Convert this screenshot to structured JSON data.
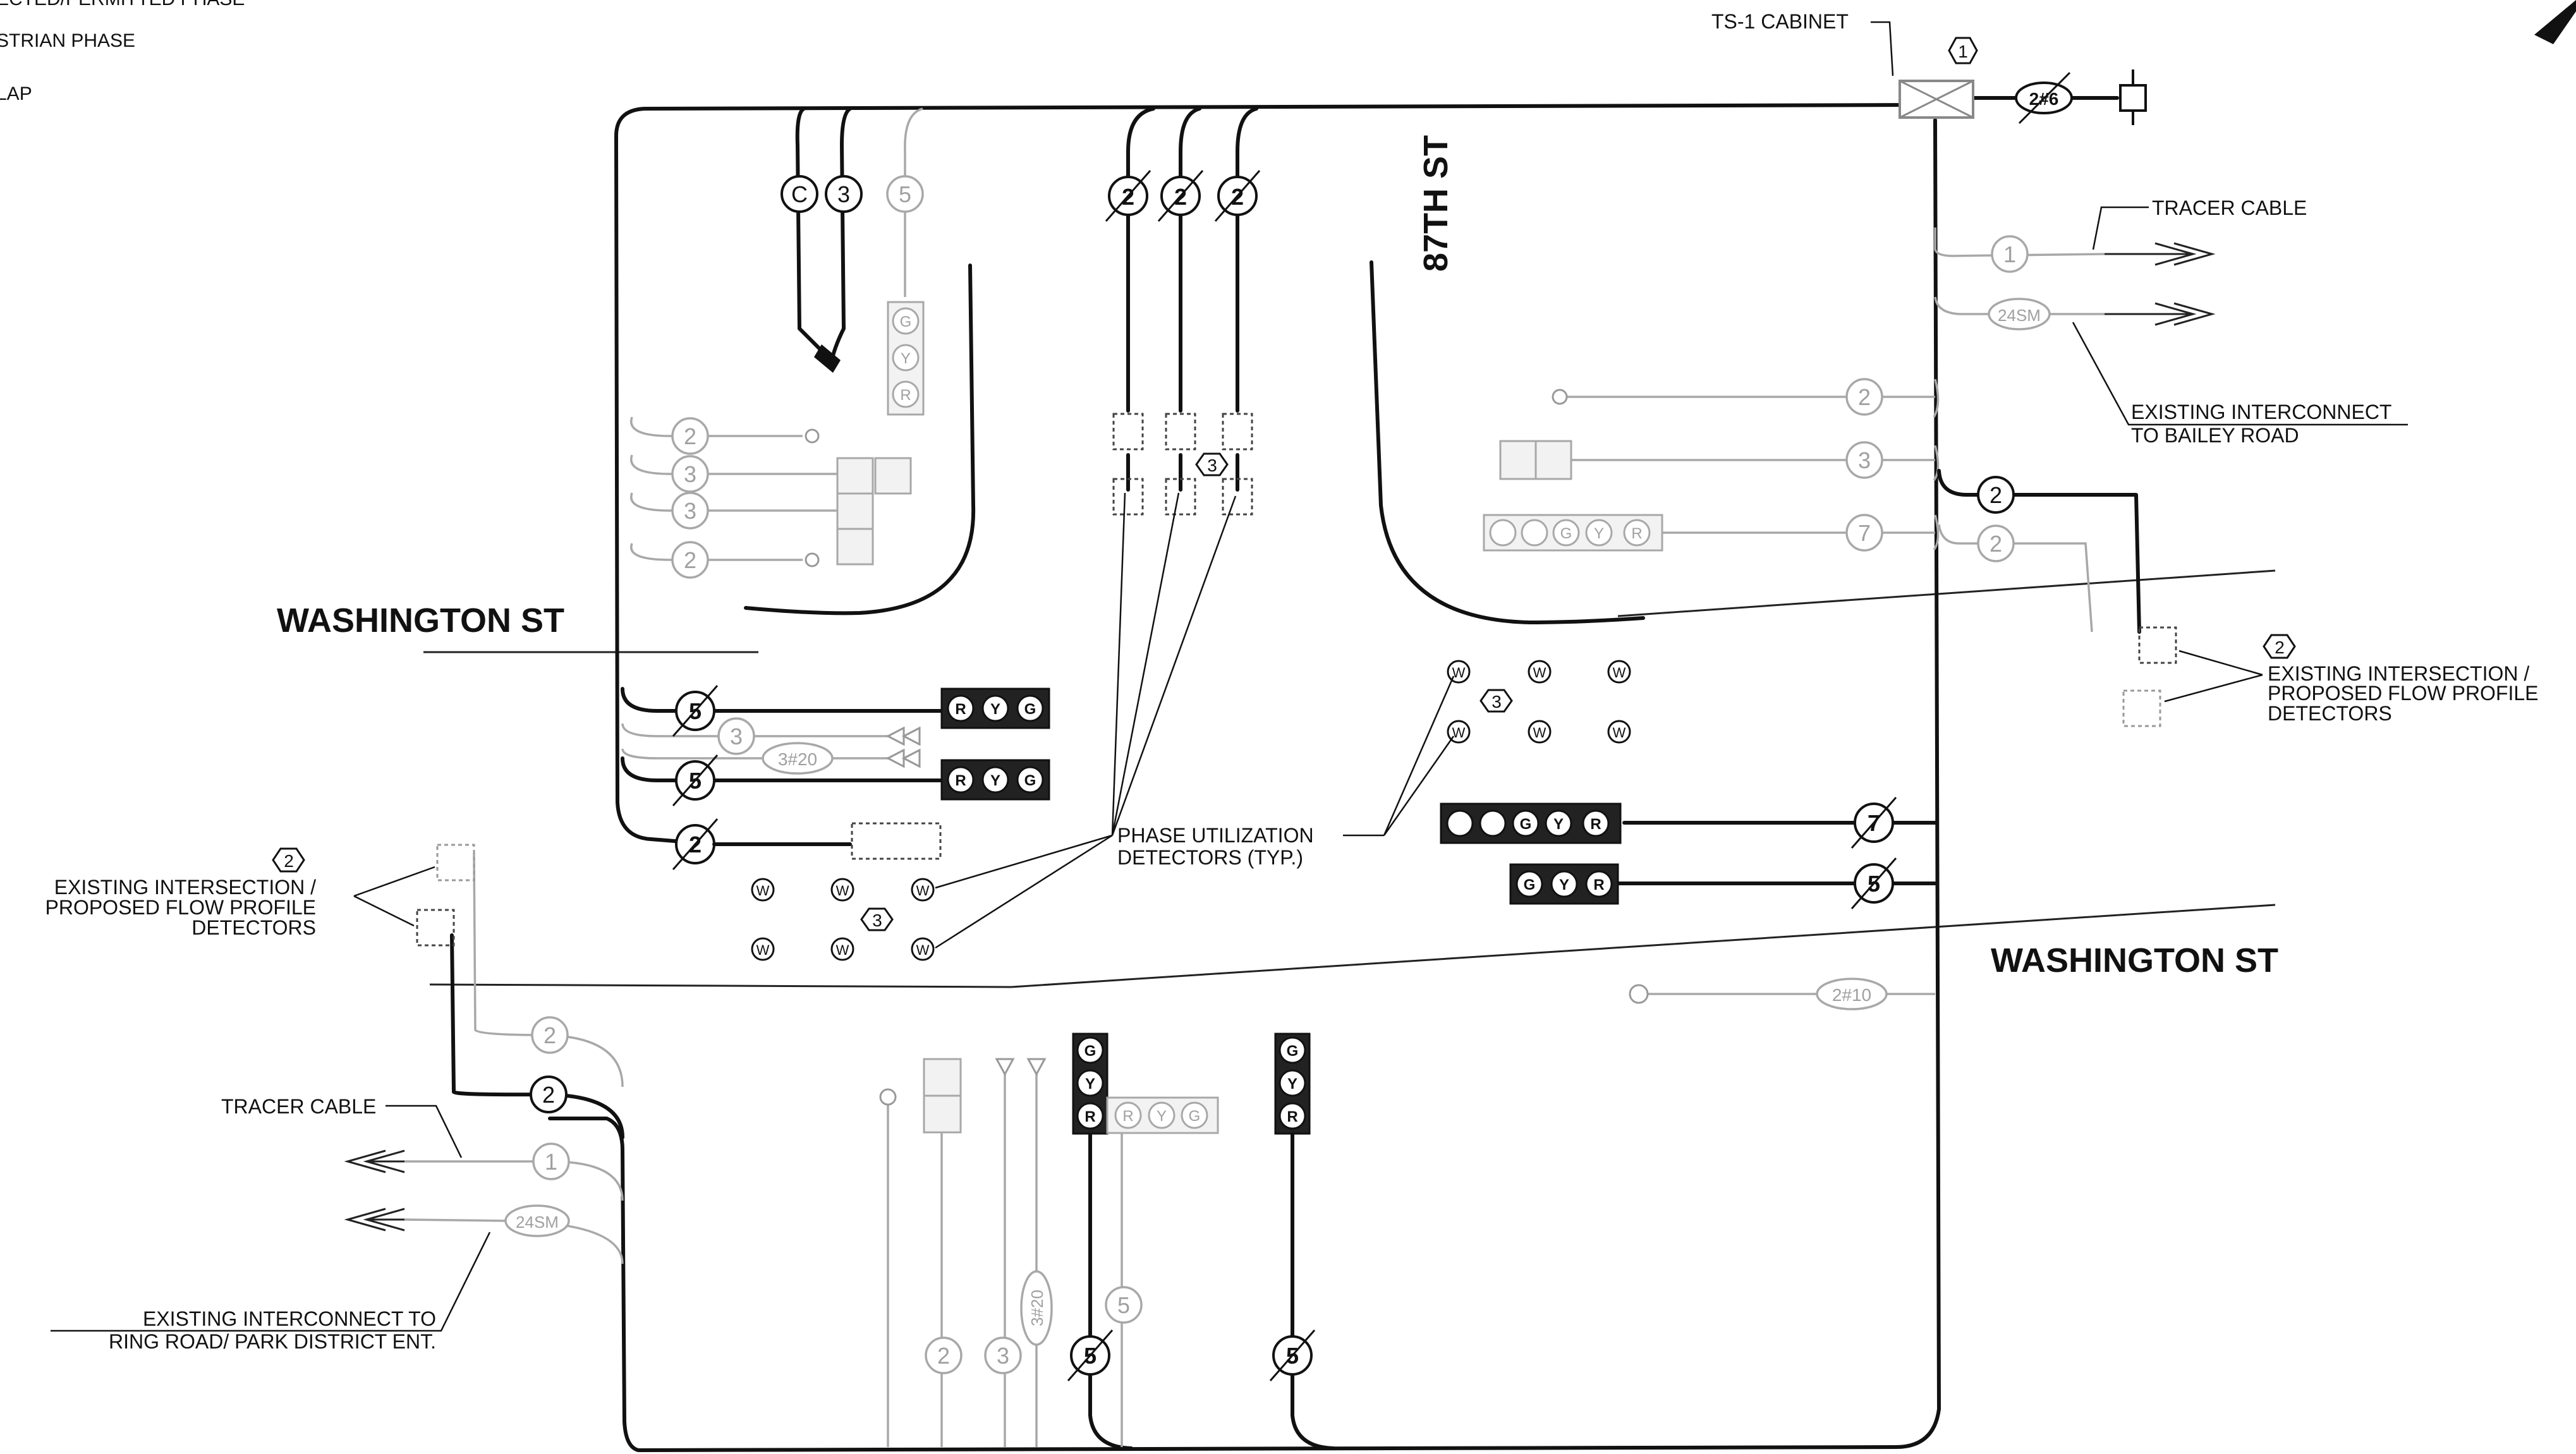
{
  "legend": {
    "line_1": "ECTED/PERMITTED PHASE",
    "line_2": "STRIAN PHASE",
    "line_3": "LAP"
  },
  "streets": {
    "washington_west": "WASHINGTON  ST",
    "washington_east": "WASHINGTON  ST",
    "cross_street": "87TH  ST"
  },
  "cabinet": {
    "label": "TS-1 CABINET",
    "note_number": "1",
    "feed_cable": "2#6"
  },
  "notes": {
    "tracer_cable_east": "TRACER CABLE",
    "tracer_cable_west": "TRACER CABLE",
    "interconnect_east_1": "EXISTING INTERCONNECT",
    "interconnect_east_2": "TO BAILEY ROAD",
    "interconnect_west_1": "EXISTING INTERCONNECT TO",
    "interconnect_west_2": "RING ROAD/ PARK DISTRICT ENT.",
    "flow_east_number": "2",
    "flow_east_1": "EXISTING INTERSECTION /",
    "flow_east_2": "PROPOSED FLOW PROFILE",
    "flow_east_3": "DETECTORS",
    "flow_west_number": "2",
    "flow_west_1": "EXISTING INTERSECTION /",
    "flow_west_2": "PROPOSED FLOW PROFILE",
    "flow_west_3": "DETECTORS",
    "phase_util_1": "PHASE UTILIZATION",
    "phase_util_2": "DETECTORS (TYP.)"
  },
  "cables": {
    "c": "C",
    "three": "3",
    "five": "5",
    "two": "2",
    "one": "1",
    "seven": "7",
    "sm24": "24SM",
    "n3_20": "3#20",
    "n2_10": "2#10"
  },
  "signal_letters": {
    "red": "R",
    "yellow": "Y",
    "green": "G",
    "walk": "W"
  },
  "hex_tag": "3"
}
